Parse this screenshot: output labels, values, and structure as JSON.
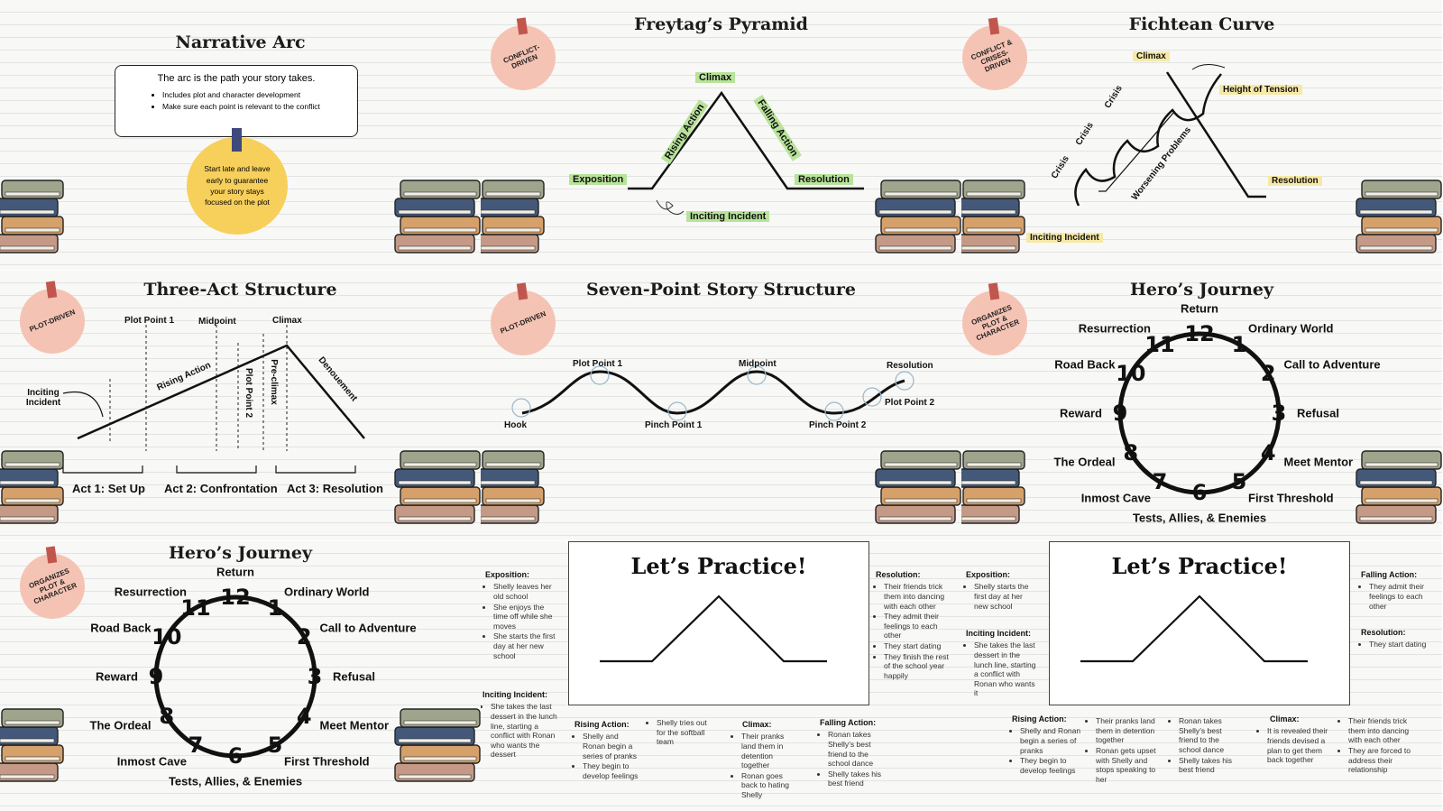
{
  "slides": {
    "narrative": {
      "title": "Narrative Arc",
      "box_heading": "The arc is the path your story takes.",
      "bullets": [
        "Includes plot and character development",
        "Make sure each point is relevant to the conflict"
      ],
      "note": "Start late and leave early to guarantee your story stays focused on the plot"
    },
    "freytag": {
      "title": "Freytag’s Pyramid",
      "badge": "CONFLICT-DRIVEN",
      "labels": {
        "climax": "Climax",
        "rising": "Rising Action",
        "falling": "Falling Action",
        "exposition": "Exposition",
        "resolution": "Resolution",
        "inciting": "Inciting Incident"
      }
    },
    "fichtean": {
      "title": "Fichtean Curve",
      "badge": "CONFLICT & CRISES-DRIVEN",
      "labels": {
        "climax": "Climax",
        "height": "Height of Tension",
        "crisis": "Crisis",
        "worsening": "Worsening Problems",
        "resolution": "Resolution",
        "inciting": "Inciting Incident"
      }
    },
    "threeact": {
      "title": "Three-Act Structure",
      "badge": "PLOT-DRIVEN",
      "labels": {
        "pp1": "Plot Point 1",
        "midpoint": "Midpoint",
        "climax": "Climax",
        "inciting": "Inciting Incident",
        "rising": "Rising Action",
        "pp2": "Plot Point 2",
        "preclimax": "Pre-climax",
        "denouement": "Denouement"
      },
      "acts": [
        "Act 1: Set Up",
        "Act 2: Confrontation",
        "Act 3: Resolution"
      ]
    },
    "sevenpoint": {
      "title": "Seven-Point Story Structure",
      "badge": "PLOT-DRIVEN",
      "labels": {
        "pp1": "Plot Point 1",
        "midpoint": "Midpoint",
        "resolution": "Resolution",
        "hook": "Hook",
        "pinch1": "Pinch Point 1",
        "pinch2": "Pinch Point 2",
        "pp2": "Plot Point 2"
      }
    },
    "hero1": {
      "title": "Hero’s Journey",
      "badge": "ORGANIZES PLOT & CHARACTER"
    },
    "hero2": {
      "title": "Hero’s Journey",
      "badge": "ORGANIZES PLOT & CHARACTER"
    },
    "practice1": {
      "title": "Let’s Practice!",
      "exposition": {
        "heading": "Exposition:",
        "items": [
          "Shelly leaves her old school",
          "She enjoys the time off while she moves",
          "She starts the first day at her new school"
        ]
      },
      "inciting": {
        "heading": "Inciting Incident:",
        "items": [
          "She takes the last dessert in the lunch line, starting a conflict with Ronan who wants the dessert"
        ]
      },
      "rising": {
        "heading": "Rising Action:",
        "items": [
          "Shelly and Ronan begin a series of pranks",
          "They begin to develop feelings"
        ]
      },
      "rising2": {
        "items": [
          "Shelly tries out for the softball team"
        ]
      },
      "climax": {
        "heading": "Climax:",
        "items": [
          "Their pranks land them in detention together",
          "Ronan goes back to hating Shelly"
        ]
      },
      "falling": {
        "heading": "Falling Action:",
        "items": [
          "Ronan takes Shelly’s best friend to the school dance",
          "Shelly takes his best friend"
        ]
      },
      "resolution": {
        "heading": "Resolution:",
        "items": [
          "Their friends trick them into dancing with each other",
          "They admit their feelings to each other",
          "They start dating",
          "They finish the rest of the school year happily"
        ]
      }
    },
    "practice2": {
      "title": "Let’s Practice!",
      "exposition": {
        "heading": "Exposition:",
        "items": [
          "Shelly starts the first day at her new school"
        ]
      },
      "inciting": {
        "heading": "Inciting Incident:",
        "items": [
          "She takes the last dessert in the lunch line, starting a conflict with Ronan who wants it"
        ]
      },
      "rising": {
        "heading": "Rising Action:",
        "items": [
          "Shelly and Ronan begin a series of pranks",
          "They begin to develop feelings"
        ]
      },
      "rising2": {
        "items": [
          "Their pranks land them in detention together",
          "Ronan gets upset with Shelly and stops speaking to her"
        ]
      },
      "rising3": {
        "items": [
          "Ronan takes Shelly’s best friend to the school dance",
          "Shelly takes his best friend"
        ]
      },
      "climax": {
        "heading": "Climax:",
        "items": [
          "It is revealed their friends devised a plan to get them back together"
        ]
      },
      "falling": {
        "heading": "Falling Action:",
        "items": [
          "They admit their feelings to each other"
        ]
      },
      "falling2": {
        "items": [
          "Their friends trick them into dancing with each other",
          "They are forced to address their relationship"
        ]
      },
      "resolution": {
        "heading": "Resolution:",
        "items": [
          "They start dating"
        ]
      }
    }
  },
  "hero_stages": [
    "Ordinary World",
    "Call to Adventure",
    "Refusal",
    "Meet Mentor",
    "First Threshold",
    "Tests, Allies, & Enemies",
    "Inmost Cave",
    "The Ordeal",
    "Reward",
    "Road Back",
    "Resurrection",
    "Return"
  ],
  "colors": {
    "highlight_green": "#b8e39a",
    "highlight_yellow": "#f6e9a6",
    "badge": "#f5c3b4",
    "note_circle": "#f7cf5b"
  }
}
